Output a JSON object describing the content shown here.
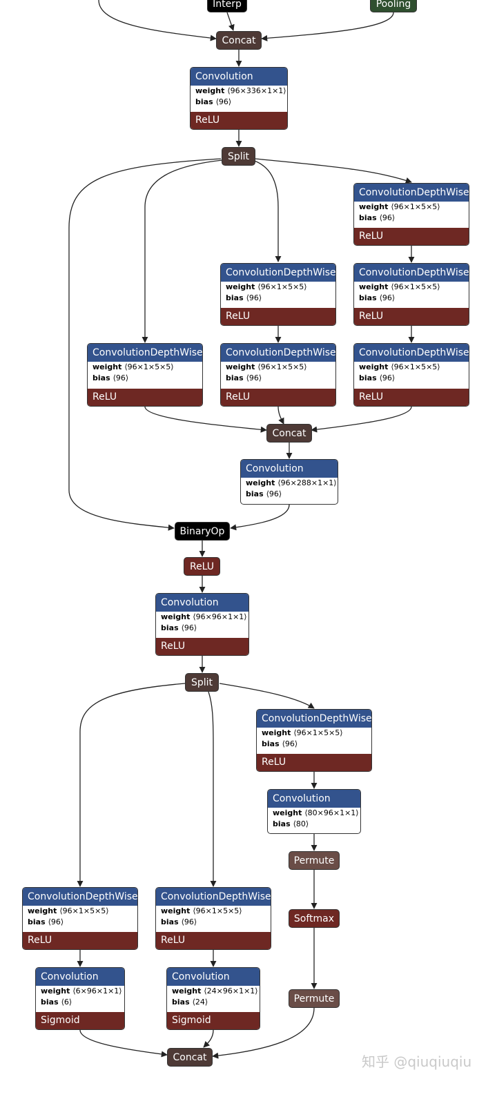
{
  "nodes": {
    "interp": {
      "label": "Interp"
    },
    "pooling": {
      "label": "Pooling"
    },
    "concat1": {
      "label": "Concat"
    },
    "conv1": {
      "title": "Convolution",
      "weight_label": "weight",
      "weight_value": "⟨96×336×1×1⟩",
      "bias_label": "bias",
      "bias_value": "⟨96⟩",
      "activation": "ReLU"
    },
    "split1": {
      "label": "Split"
    },
    "dw_r1": {
      "title": "ConvolutionDepthWise",
      "weight_label": "weight",
      "weight_value": "⟨96×1×5×5⟩",
      "bias_label": "bias",
      "bias_value": "⟨96⟩",
      "activation": "ReLU"
    },
    "dw_m1": {
      "title": "ConvolutionDepthWise",
      "weight_label": "weight",
      "weight_value": "⟨96×1×5×5⟩",
      "bias_label": "bias",
      "bias_value": "⟨96⟩",
      "activation": "ReLU"
    },
    "dw_r2": {
      "title": "ConvolutionDepthWise",
      "weight_label": "weight",
      "weight_value": "⟨96×1×5×5⟩",
      "bias_label": "bias",
      "bias_value": "⟨96⟩",
      "activation": "ReLU"
    },
    "dw_l1": {
      "title": "ConvolutionDepthWise",
      "weight_label": "weight",
      "weight_value": "⟨96×1×5×5⟩",
      "bias_label": "bias",
      "bias_value": "⟨96⟩",
      "activation": "ReLU"
    },
    "dw_m2": {
      "title": "ConvolutionDepthWise",
      "weight_label": "weight",
      "weight_value": "⟨96×1×5×5⟩",
      "bias_label": "bias",
      "bias_value": "⟨96⟩",
      "activation": "ReLU"
    },
    "dw_r3": {
      "title": "ConvolutionDepthWise",
      "weight_label": "weight",
      "weight_value": "⟨96×1×5×5⟩",
      "bias_label": "bias",
      "bias_value": "⟨96⟩",
      "activation": "ReLU"
    },
    "concat2": {
      "label": "Concat"
    },
    "conv2": {
      "title": "Convolution",
      "weight_label": "weight",
      "weight_value": "⟨96×288×1×1⟩",
      "bias_label": "bias",
      "bias_value": "⟨96⟩"
    },
    "binaryop": {
      "label": "BinaryOp"
    },
    "relu1": {
      "label": "ReLU"
    },
    "conv3": {
      "title": "Convolution",
      "weight_label": "weight",
      "weight_value": "⟨96×96×1×1⟩",
      "bias_label": "bias",
      "bias_value": "⟨96⟩",
      "activation": "ReLU"
    },
    "split2": {
      "label": "Split"
    },
    "dw_b1": {
      "title": "ConvolutionDepthWise",
      "weight_label": "weight",
      "weight_value": "⟨96×1×5×5⟩",
      "bias_label": "bias",
      "bias_value": "⟨96⟩",
      "activation": "ReLU"
    },
    "conv4": {
      "title": "Convolution",
      "weight_label": "weight",
      "weight_value": "⟨80×96×1×1⟩",
      "bias_label": "bias",
      "bias_value": "⟨80⟩"
    },
    "permute1": {
      "label": "Permute"
    },
    "softmax": {
      "label": "Softmax"
    },
    "permute2": {
      "label": "Permute"
    },
    "dw_b2": {
      "title": "ConvolutionDepthWise",
      "weight_label": "weight",
      "weight_value": "⟨96×1×5×5⟩",
      "bias_label": "bias",
      "bias_value": "⟨96⟩",
      "activation": "ReLU"
    },
    "dw_b3": {
      "title": "ConvolutionDepthWise",
      "weight_label": "weight",
      "weight_value": "⟨96×1×5×5⟩",
      "bias_label": "bias",
      "bias_value": "⟨96⟩",
      "activation": "ReLU"
    },
    "conv5": {
      "title": "Convolution",
      "weight_label": "weight",
      "weight_value": "⟨6×96×1×1⟩",
      "bias_label": "bias",
      "bias_value": "⟨6⟩",
      "activation": "Sigmoid"
    },
    "conv6": {
      "title": "Convolution",
      "weight_label": "weight",
      "weight_value": "⟨24×96×1×1⟩",
      "bias_label": "bias",
      "bias_value": "⟨24⟩",
      "activation": "Sigmoid"
    },
    "concat3": {
      "label": "Concat"
    }
  },
  "colors": {
    "header_blue": "#33538d",
    "activation_red": "#6e2823",
    "concat_split": "#4e3a36",
    "permute": "#6a4d47",
    "pooling_green": "#2f4f2f",
    "edge": "#222222"
  },
  "watermark": "知乎 @qiuqiuqiu"
}
